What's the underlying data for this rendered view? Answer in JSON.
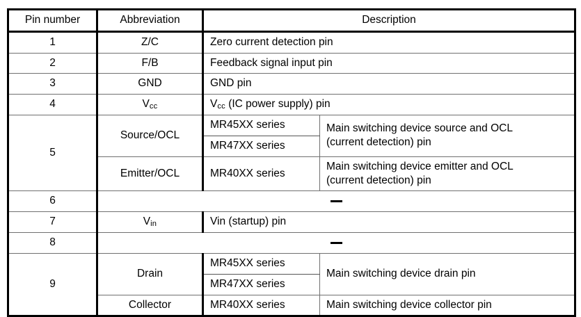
{
  "table": {
    "headers": {
      "pin_number": "Pin number",
      "abbreviation": "Abbreviation",
      "description": "Description"
    },
    "em_dash": "—",
    "rows": [
      {
        "pin": "1",
        "abbr": "Z/C",
        "desc": "Zero current detection pin"
      },
      {
        "pin": "2",
        "abbr": "F/B",
        "desc": "Feedback signal input pin"
      },
      {
        "pin": "3",
        "abbr": "GND",
        "desc": "GND pin"
      },
      {
        "pin": "4",
        "abbr_main": "V",
        "abbr_sub": "cc",
        "desc_main": "V",
        "desc_sub": "cc",
        "desc_tail": " (IC power supply) pin"
      },
      {
        "pin": "5",
        "group_a_abbr": "Source/OCL",
        "group_a_series_1": "MR45XX series",
        "group_a_series_2": "MR47XX series",
        "group_a_desc_line1": "Main switching device source and OCL",
        "group_a_desc_line2": "(current detection) pin",
        "group_b_abbr": "Emitter/OCL",
        "group_b_series": "MR40XX series",
        "group_b_desc_line1": "Main switching device emitter and OCL",
        "group_b_desc_line2": "(current detection) pin"
      },
      {
        "pin": "6",
        "desc_dash": "—"
      },
      {
        "pin": "7",
        "abbr_main": "V",
        "abbr_sub": "in",
        "desc": "Vin (startup) pin"
      },
      {
        "pin": "8",
        "desc_dash": "—"
      },
      {
        "pin": "9",
        "group_a_abbr": "Drain",
        "group_a_series_1": "MR45XX series",
        "group_a_series_2": "MR47XX series",
        "group_a_desc": "Main switching device drain pin",
        "group_b_abbr": "Collector",
        "group_b_series": "MR40XX series",
        "group_b_desc": "Main switching device collector pin"
      }
    ]
  }
}
